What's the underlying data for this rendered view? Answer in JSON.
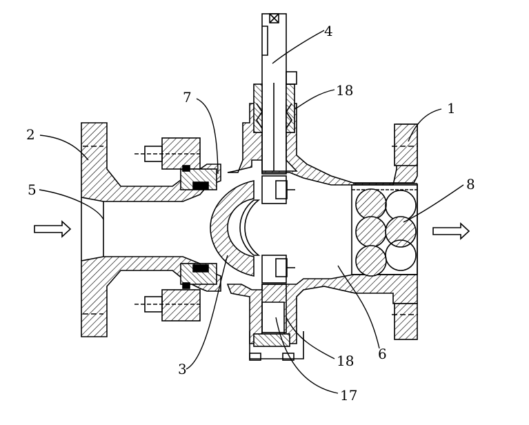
{
  "callouts": [
    {
      "id": "1",
      "label": "1"
    },
    {
      "id": "2",
      "label": "2"
    },
    {
      "id": "3",
      "label": "3"
    },
    {
      "id": "4",
      "label": "4"
    },
    {
      "id": "5",
      "label": "5"
    },
    {
      "id": "6",
      "label": "6"
    },
    {
      "id": "7",
      "label": "7"
    },
    {
      "id": "8",
      "label": "8"
    },
    {
      "id": "17",
      "label": "17"
    },
    {
      "id": "18a",
      "label": "18"
    },
    {
      "id": "18b",
      "label": "18"
    }
  ],
  "flow": {
    "inlet": "inlet-arrow",
    "outlet": "outlet-arrow"
  },
  "colors": {
    "ink": "#000000",
    "paper": "#ffffff"
  }
}
